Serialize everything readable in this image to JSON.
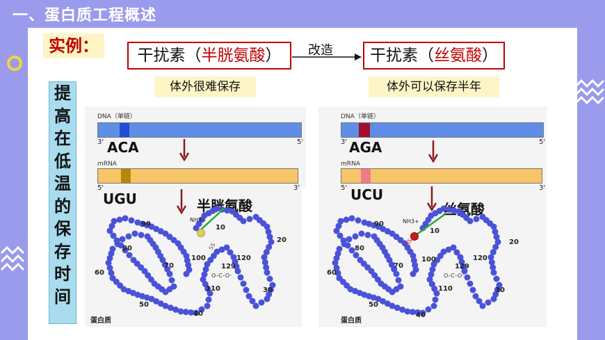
{
  "title": "一、蛋白质工程概述",
  "example_label": "实例：",
  "left_box": {
    "prefix": "干扰素（",
    "highlight": "半胱氨酸",
    "suffix": "）"
  },
  "arrow_label": "改造",
  "right_box": {
    "prefix": "干扰素（",
    "highlight": "丝氨酸",
    "suffix": "）"
  },
  "left_note": "体外很难保存",
  "right_note": "体外可以保存半年",
  "vertical_text": [
    "提",
    "高",
    "在",
    "低",
    "温",
    "的",
    "保",
    "存",
    "时",
    "间"
  ],
  "left_panel": {
    "dna_label": "DNA（单链）",
    "mrna_label": "mRNA",
    "dna_left": "3'",
    "dna_right": "5'",
    "mrna_left": "5'",
    "mrna_right": "3'",
    "dna_codon": "ACA",
    "mrna_codon": "UGU",
    "amino_acid": "半胱氨酸",
    "nh3": "NH3+",
    "numbers": [
      "10",
      "20",
      "30",
      "40",
      "50",
      "60",
      "70",
      "80",
      "90",
      "100",
      "110",
      "120",
      "129"
    ],
    "ss": "SS",
    "coo": "O–C–O⁻",
    "protein_label": "蛋白质"
  },
  "right_panel": {
    "dna_label": "DNA（单链）",
    "mrna_label": "mRNA",
    "dna_left": "3'",
    "dna_right": "5'",
    "mrna_left": "5'",
    "mrna_right": "3'",
    "dna_codon": "AGA",
    "mrna_codon": "UCU",
    "amino_acid": "丝氨酸",
    "nh3": "NH3+",
    "numbers": [
      "10",
      "20",
      "30",
      "40",
      "50",
      "60",
      "70",
      "80",
      "90",
      "100",
      "110",
      "120",
      "129"
    ],
    "ss": "SS",
    "coo": "O–C–O⁻",
    "protein_label": "蛋白质"
  },
  "colors": {
    "background": "#9a9bec",
    "accent_red": "#c00000",
    "dna_bar": "#5f8ee8",
    "mrna_bar": "#f6c568",
    "left_mark_dna": "#1f4fd8",
    "left_mark_mrna": "#b8860b",
    "right_mark_dna": "#a0102a",
    "right_mark_mrna": "#f07a8a",
    "bead": "#4a52d8",
    "pointer": "#22aa33"
  }
}
